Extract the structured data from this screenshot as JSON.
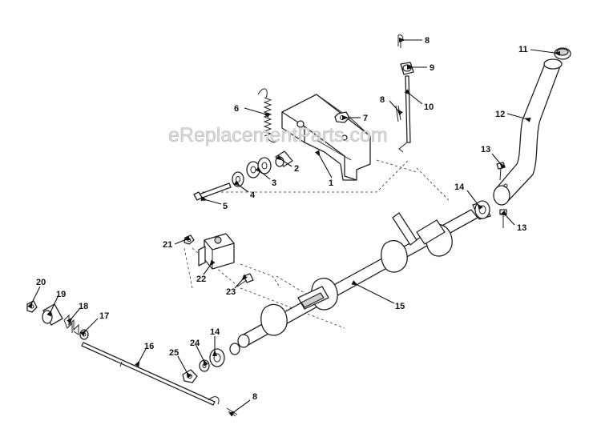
{
  "watermark": "eReplacementParts.com",
  "callouts": [
    {
      "id": "c1",
      "text": "1"
    },
    {
      "id": "c2",
      "text": "2"
    },
    {
      "id": "c3",
      "text": "3"
    },
    {
      "id": "c4",
      "text": "4"
    },
    {
      "id": "c5",
      "text": "5"
    },
    {
      "id": "c6",
      "text": "6"
    },
    {
      "id": "c7",
      "text": "7"
    },
    {
      "id": "c8a",
      "text": "8"
    },
    {
      "id": "c8b",
      "text": "8"
    },
    {
      "id": "c8c",
      "text": "8"
    },
    {
      "id": "c9",
      "text": "9"
    },
    {
      "id": "c10",
      "text": "10"
    },
    {
      "id": "c11",
      "text": "11"
    },
    {
      "id": "c12",
      "text": "12"
    },
    {
      "id": "c13a",
      "text": "13"
    },
    {
      "id": "c13b",
      "text": "13"
    },
    {
      "id": "c14a",
      "text": "14"
    },
    {
      "id": "c14b",
      "text": "14"
    },
    {
      "id": "c15",
      "text": "15"
    },
    {
      "id": "c16",
      "text": "16"
    },
    {
      "id": "c17",
      "text": "17"
    },
    {
      "id": "c18",
      "text": "18"
    },
    {
      "id": "c19",
      "text": "19"
    },
    {
      "id": "c20",
      "text": "20"
    },
    {
      "id": "c21",
      "text": "21"
    },
    {
      "id": "c22",
      "text": "22"
    },
    {
      "id": "c23",
      "text": "23"
    },
    {
      "id": "c24",
      "text": "24"
    },
    {
      "id": "c25",
      "text": "25"
    }
  ]
}
